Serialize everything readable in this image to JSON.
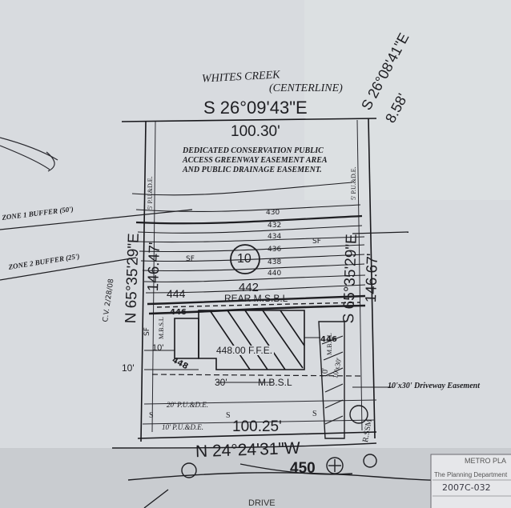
{
  "plat": {
    "creek": "WHITES CREEK",
    "centerline": "(CENTERLINE)",
    "top_bearing": "S 26°09'43\"E",
    "top_distance": "100.30'",
    "right_top_bearing": "S 26°08'41\"E",
    "right_top_distance": "8.58'",
    "conservation_note": [
      "DEDICATED CONSERVATION PUBLIC",
      "ACCESS GREENWAY EASEMENT AREA",
      "AND PUBLIC DRAINAGE EASEMENT."
    ],
    "zone1": "ZONE 1 BUFFER  (50')",
    "zone2": "ZONE 2 BUFFER (25')",
    "left_pude": "5' P.U.&D.E.",
    "right_pude": "5' P.U.&D.E.",
    "left_bearing": "N 65°35'29\"E",
    "left_distance": "146.47'",
    "right_bearing": "S 65°35'29\"E",
    "right_distance": "146.67'",
    "lot_number": "10",
    "contours": [
      "430",
      "432",
      "434",
      "436",
      "438",
      "440"
    ],
    "contour_442": "442",
    "contour_444": "444",
    "contour_446_left": "446",
    "contour_446_right": "446",
    "contour_448": "448",
    "rear_msbl": "REAR M.S.B.L",
    "ffe": "448.00 F.F.E.",
    "side_msbl_left": "M.B.S.L",
    "side_msbl_right": "M.B.S.L",
    "dim_10_left": "10'",
    "dim_10_left2": "10'",
    "dim_10_right": "10'",
    "dim_30": "30'",
    "front_msbl": "M.B.S.L",
    "driveway_dim": "10'x30' Driveway Easement",
    "driveway_label": "10'x30'",
    "front_pude_20": "20' P.U.&D.E.",
    "front_pude_10": "10' P.U.&D.E.",
    "bottom_distance": "100.25'",
    "bottom_bearing": "N 24°24'31\"W",
    "elevation_450": "450",
    "sewer": "R.SSM",
    "sf_mark": "SF",
    "s_mark": "S",
    "cv_note": "C.V. 2/28/08",
    "stamp_title": "METRO PLA",
    "stamp_dept": "The Planning Department",
    "stamp_num": "2007C-032",
    "road": "DRIVE"
  }
}
